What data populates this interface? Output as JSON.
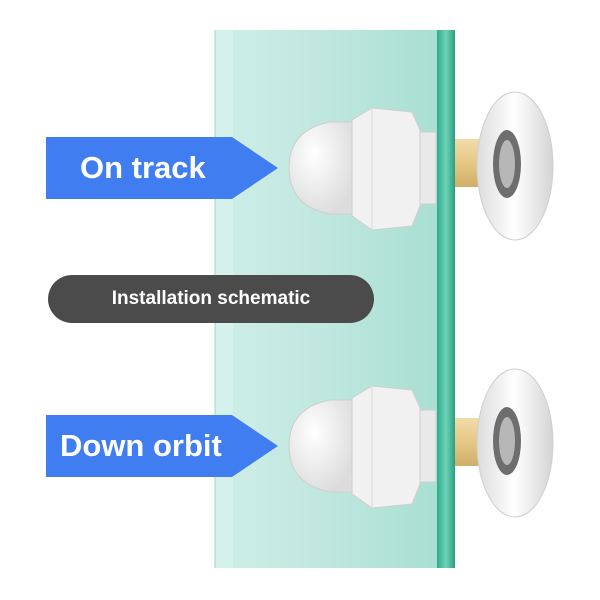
{
  "labels": {
    "top": "On track",
    "middle": "Installation schematic",
    "bottom": "Down orbit"
  },
  "colors": {
    "arrow": "#3f7df0",
    "pill": "#4b4b4b",
    "glass": "#bfe6de",
    "glass_edge": "#3fb79a",
    "roller": "#f4f4f4",
    "brass": "#e8cf94"
  }
}
